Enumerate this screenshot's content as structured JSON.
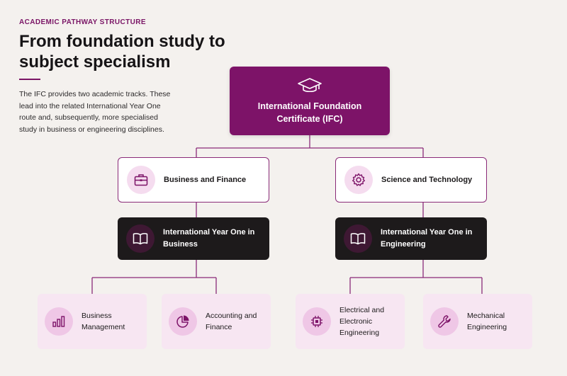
{
  "header": {
    "eyebrow": "ACADEMIC PATHWAY STRUCTURE",
    "title": "From foundation study to subject specialism",
    "intro": "The IFC provides two academic tracks. These lead into the related International Year One route and, subsequently, more specialised study in business or engineering disciplines."
  },
  "diagram": {
    "root": {
      "label": "International Foundation Certificate (IFC)",
      "icon": "graduation-cap-icon"
    },
    "tracks": [
      {
        "label": "Business and Finance",
        "icon": "briefcase-icon",
        "year_one": {
          "label": "International Year One in Business",
          "icon": "book-icon"
        },
        "specialisms": [
          {
            "label": "Business Management",
            "icon": "bar-chart-icon"
          },
          {
            "label": "Accounting and Finance",
            "icon": "pie-chart-icon"
          }
        ]
      },
      {
        "label": "Science and Technology",
        "icon": "gear-icon",
        "year_one": {
          "label": "International Year One in Engineering",
          "icon": "book-icon"
        },
        "specialisms": [
          {
            "label": "Electrical and Electronic Engineering",
            "icon": "chip-icon"
          },
          {
            "label": "Mechanical Engineering",
            "icon": "wrench-icon"
          }
        ]
      }
    ]
  },
  "colors": {
    "accent": "#7d1368",
    "dark": "#1d1a1b",
    "background": "#f4f1ee",
    "leaf_bg": "#f7e6f2"
  }
}
